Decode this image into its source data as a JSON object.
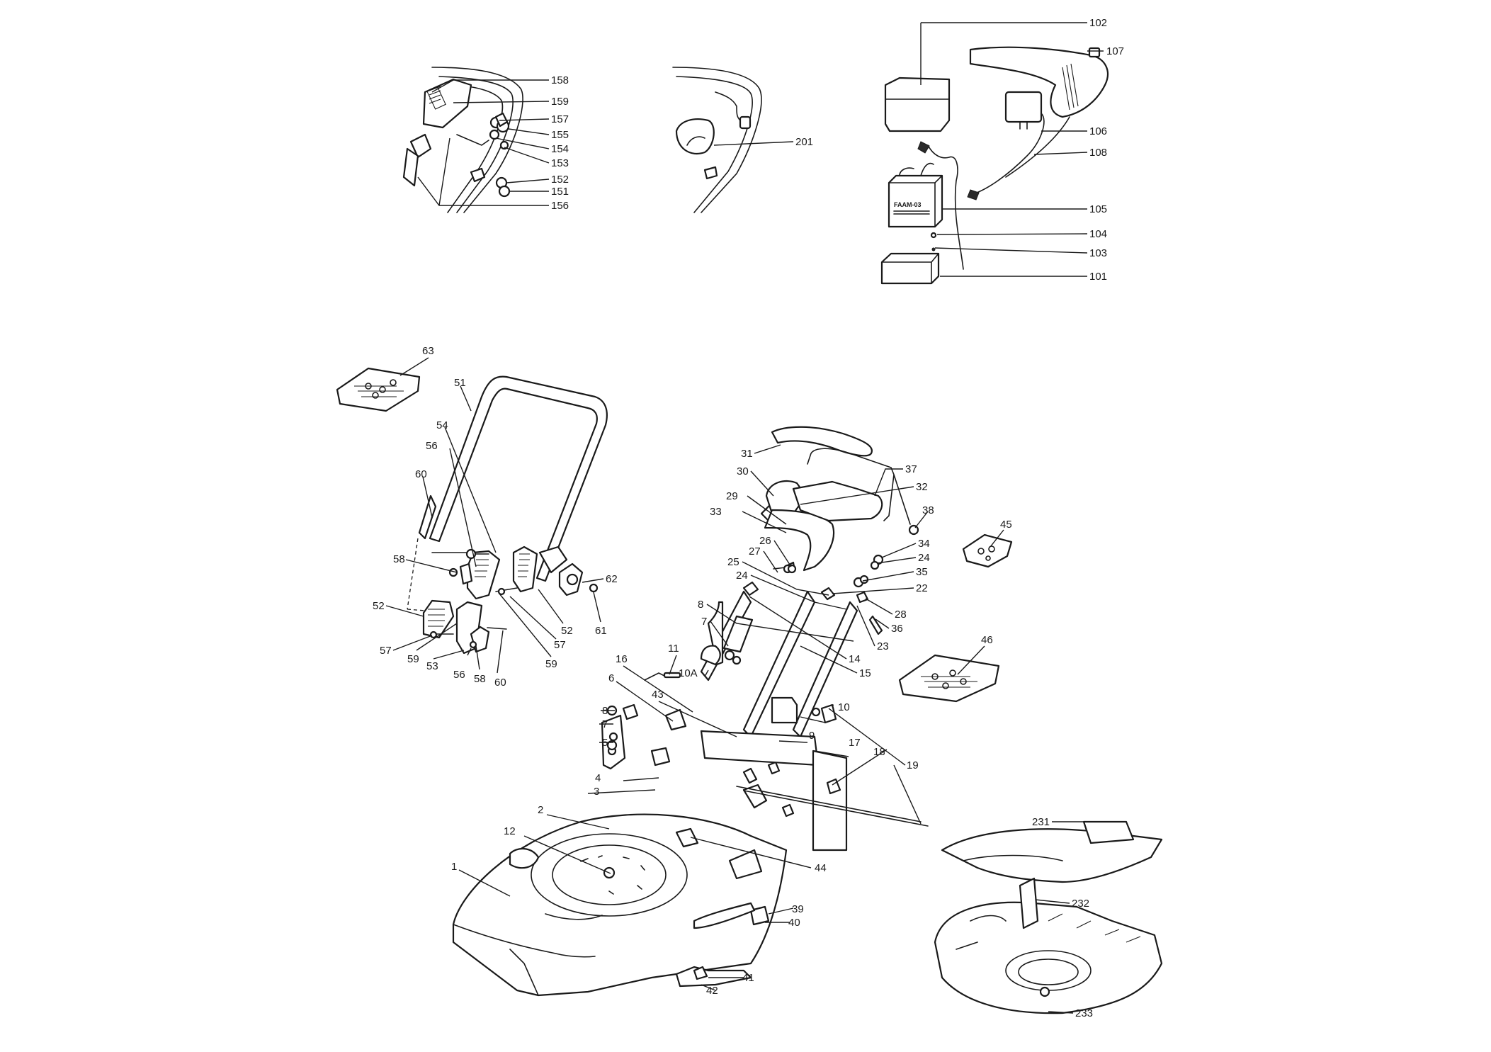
{
  "battery_label": "FAAM-03",
  "callouts": [
    {
      "label": "158",
      "side": "R"
    },
    {
      "label": "159",
      "side": "R"
    },
    {
      "label": "157",
      "side": "R"
    },
    {
      "label": "155",
      "side": "R"
    },
    {
      "label": "154",
      "side": "R"
    },
    {
      "label": "153",
      "side": "R"
    },
    {
      "label": "152",
      "side": "R"
    },
    {
      "label": "151",
      "side": "R"
    },
    {
      "label": "156",
      "side": "R"
    },
    {
      "label": "201",
      "side": "R"
    },
    {
      "label": "102",
      "side": "R"
    },
    {
      "label": "107",
      "side": "R"
    },
    {
      "label": "106",
      "side": "R"
    },
    {
      "label": "108",
      "side": "R"
    },
    {
      "label": "105",
      "side": "R"
    },
    {
      "label": "104",
      "side": "R"
    },
    {
      "label": "103",
      "side": "R"
    },
    {
      "label": "101",
      "side": "R"
    },
    {
      "label": "63",
      "side": "C"
    },
    {
      "label": "51",
      "side": "C"
    },
    {
      "label": "54",
      "side": "C"
    },
    {
      "label": "56",
      "side": "C"
    },
    {
      "label": "60",
      "side": "C"
    },
    {
      "label": "58",
      "side": "L"
    },
    {
      "label": "52",
      "side": "L"
    },
    {
      "label": "57",
      "side": "L"
    },
    {
      "label": "59",
      "side": "C"
    },
    {
      "label": "53",
      "side": "C"
    },
    {
      "label": "56",
      "side": "C"
    },
    {
      "label": "58",
      "side": "C"
    },
    {
      "label": "60",
      "side": "C"
    },
    {
      "label": "62",
      "side": "R"
    },
    {
      "label": "61",
      "side": "C"
    },
    {
      "label": "52",
      "side": "C"
    },
    {
      "label": "57",
      "side": "C"
    },
    {
      "label": "59",
      "side": "C"
    },
    {
      "label": "31",
      "side": "L"
    },
    {
      "label": "30",
      "side": "L"
    },
    {
      "label": "29",
      "side": "L"
    },
    {
      "label": "33",
      "side": "L"
    },
    {
      "label": "37",
      "side": "R"
    },
    {
      "label": "32",
      "side": "R"
    },
    {
      "label": "38",
      "side": "C"
    },
    {
      "label": "34",
      "side": "R"
    },
    {
      "label": "24",
      "side": "R"
    },
    {
      "label": "35",
      "side": "R"
    },
    {
      "label": "22",
      "side": "R"
    },
    {
      "label": "28",
      "side": "R"
    },
    {
      "label": "36",
      "side": "R"
    },
    {
      "label": "23",
      "side": "R"
    },
    {
      "label": "14",
      "side": "R"
    },
    {
      "label": "15",
      "side": "R"
    },
    {
      "label": "26",
      "side": "L"
    },
    {
      "label": "27",
      "side": "L"
    },
    {
      "label": "25",
      "side": "L"
    },
    {
      "label": "24",
      "side": "L"
    },
    {
      "label": "8",
      "side": "L"
    },
    {
      "label": "7",
      "side": "L"
    },
    {
      "label": "11",
      "side": "L"
    },
    {
      "label": "10A",
      "side": "L"
    },
    {
      "label": "43",
      "side": "L"
    },
    {
      "label": "16",
      "side": "L"
    },
    {
      "label": "6",
      "side": "L"
    },
    {
      "label": "8",
      "side": "L"
    },
    {
      "label": "7",
      "side": "L"
    },
    {
      "label": "5",
      "side": "L"
    },
    {
      "label": "4",
      "side": "L"
    },
    {
      "label": "3",
      "side": "L"
    },
    {
      "label": "10",
      "side": "R"
    },
    {
      "label": "9",
      "side": "R"
    },
    {
      "label": "17",
      "side": "R"
    },
    {
      "label": "18",
      "side": "C"
    },
    {
      "label": "19",
      "side": "R"
    },
    {
      "label": "45",
      "side": "C"
    },
    {
      "label": "46",
      "side": "C"
    },
    {
      "label": "2",
      "side": "L"
    },
    {
      "label": "12",
      "side": "L"
    },
    {
      "label": "1",
      "side": "L"
    },
    {
      "label": "44",
      "side": "R"
    },
    {
      "label": "39",
      "side": "R"
    },
    {
      "label": "40",
      "side": "R"
    },
    {
      "label": "41",
      "side": "R"
    },
    {
      "label": "42",
      "side": "R"
    },
    {
      "label": "231",
      "side": "L"
    },
    {
      "label": "232",
      "side": "R"
    },
    {
      "label": "233",
      "side": "R"
    }
  ]
}
